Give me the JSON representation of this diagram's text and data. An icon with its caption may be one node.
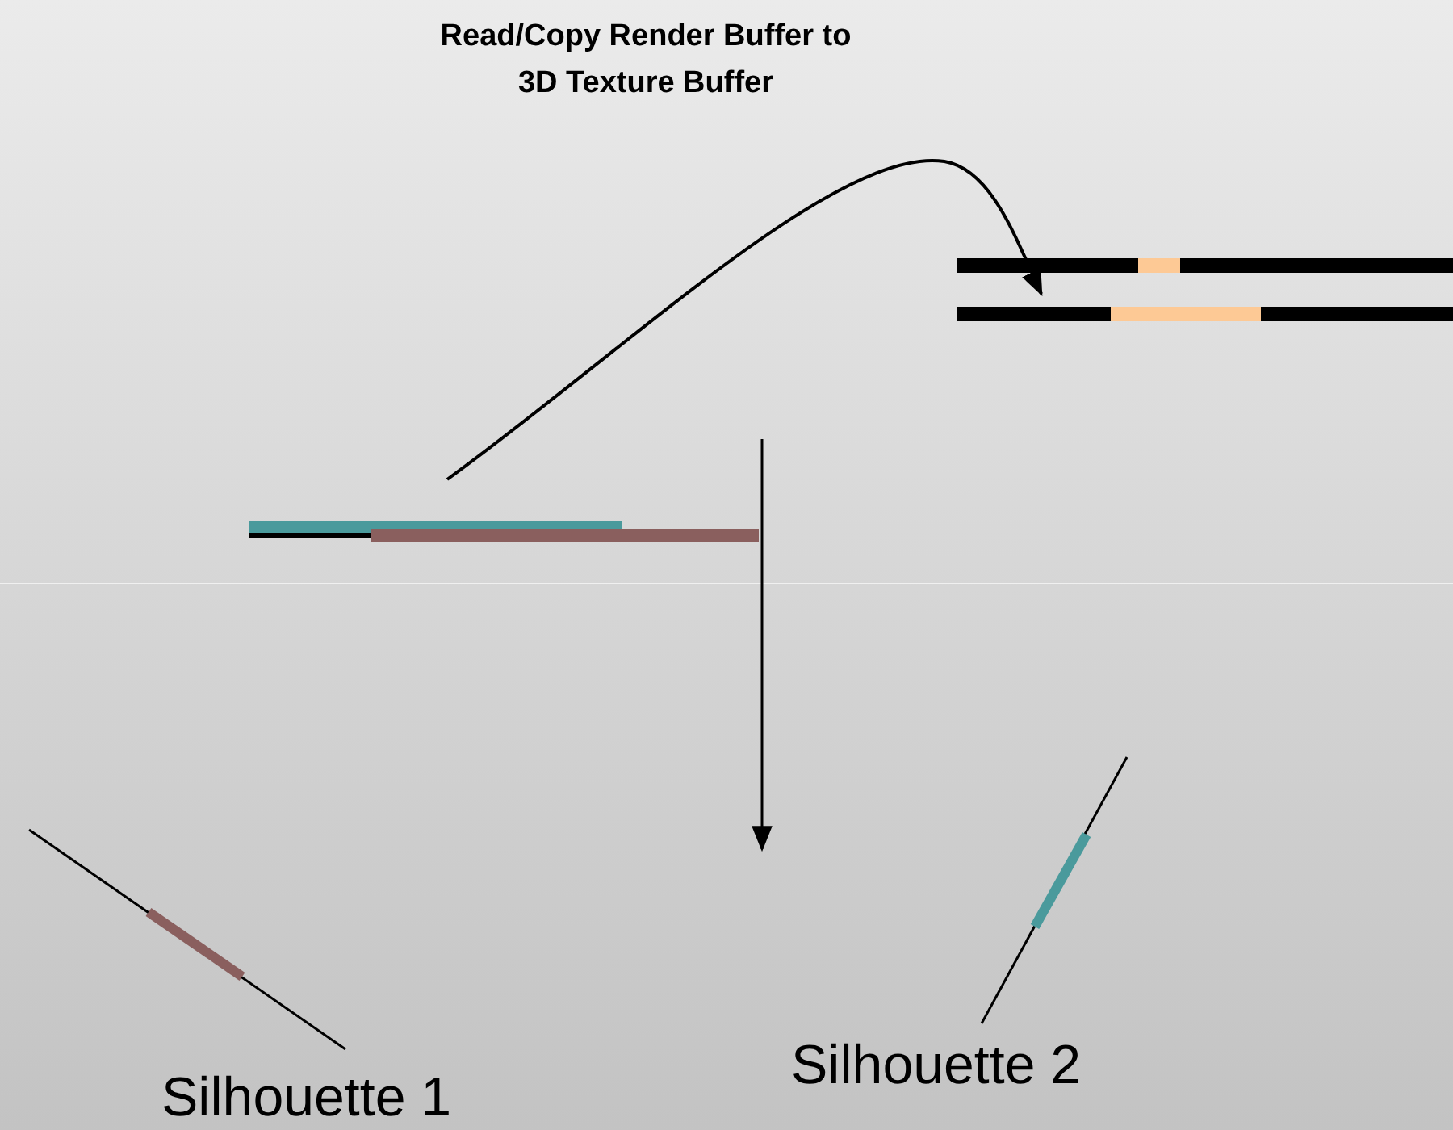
{
  "diagram": {
    "nodes": [
      {
        "text": [],
        "shape": "bar"
      },
      {
        "text": [],
        "shape": "bar"
      }
    ],
    "edges": [
      {
        "from": 0,
        "to": 1,
        "arrow": "to",
        "label": "Read/Copy Render Buffer to 3D Texture Buffer"
      }
    ],
    "labels": [
      "Silhouette 1",
      "Silhouette 2"
    ]
  }
}
